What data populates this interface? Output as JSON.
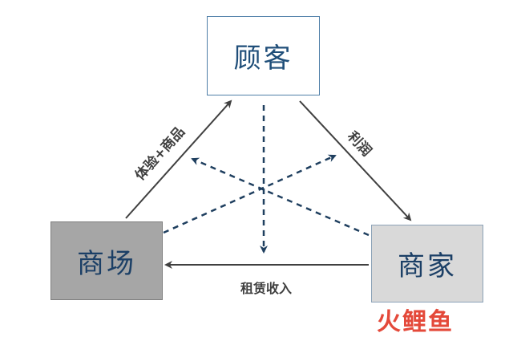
{
  "nodes": {
    "customer": "顾客",
    "mall": "商场",
    "merchant": "商家"
  },
  "edges": {
    "mall_to_customer": "体验+商品",
    "customer_to_merchant": "利润",
    "merchant_to_mall": "租赁收入"
  },
  "watermark": "火鲤鱼",
  "colors": {
    "node_text": "#1f4e79",
    "arrow": "#404040",
    "dashed_arrow": "#1f3f5f",
    "watermark": "#e4493a"
  }
}
